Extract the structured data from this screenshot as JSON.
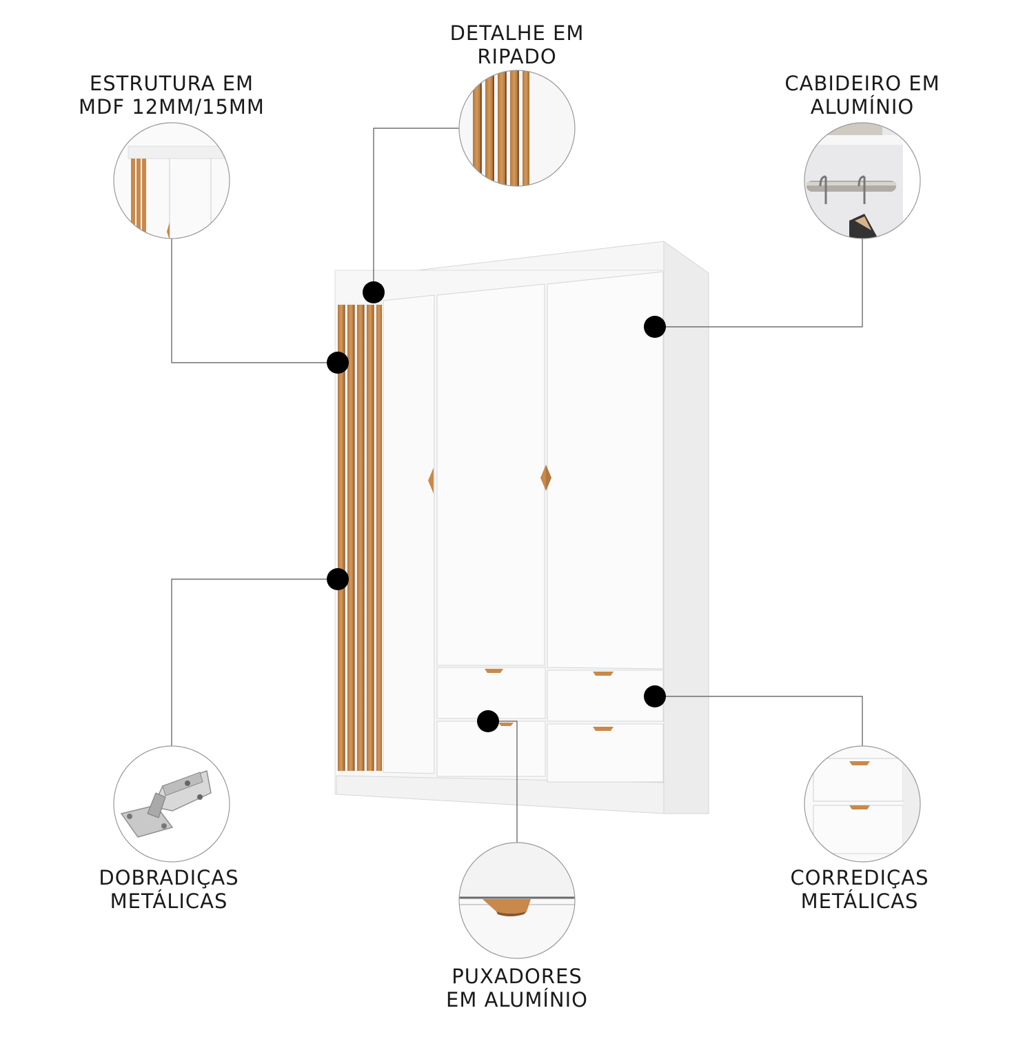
{
  "product": {
    "name": "wardrobe",
    "colors": {
      "body": "#f4f4f4",
      "panel": "#f8f8f8",
      "edge": "#d9d9d9",
      "wood": "#c8894a",
      "wood_dark": "#8a5628",
      "dot": "#000000",
      "line": "#555555"
    }
  },
  "callouts": [
    {
      "id": "estrutura",
      "line1": "ESTRUTURA EM",
      "line2": "MDF 12MM/15MM",
      "icon": "panel-detail-icon"
    },
    {
      "id": "ripado",
      "line1": "DETALHE EM",
      "line2": "RIPADO",
      "icon": "slat-detail-icon"
    },
    {
      "id": "cabideiro",
      "line1": "CABIDEIRO EM",
      "line2": "ALUMÍNIO",
      "icon": "hanger-rail-icon"
    },
    {
      "id": "dobradicas",
      "line1": "DOBRADIÇAS",
      "line2": "METÁLICAS",
      "icon": "hinge-icon"
    },
    {
      "id": "puxadores",
      "line1": "PUXADORES",
      "line2": "EM ALUMÍNIO",
      "icon": "handle-icon"
    },
    {
      "id": "corredicas",
      "line1": "CORREDIÇAS",
      "line2": "METÁLICAS",
      "icon": "drawer-slide-icon"
    }
  ]
}
